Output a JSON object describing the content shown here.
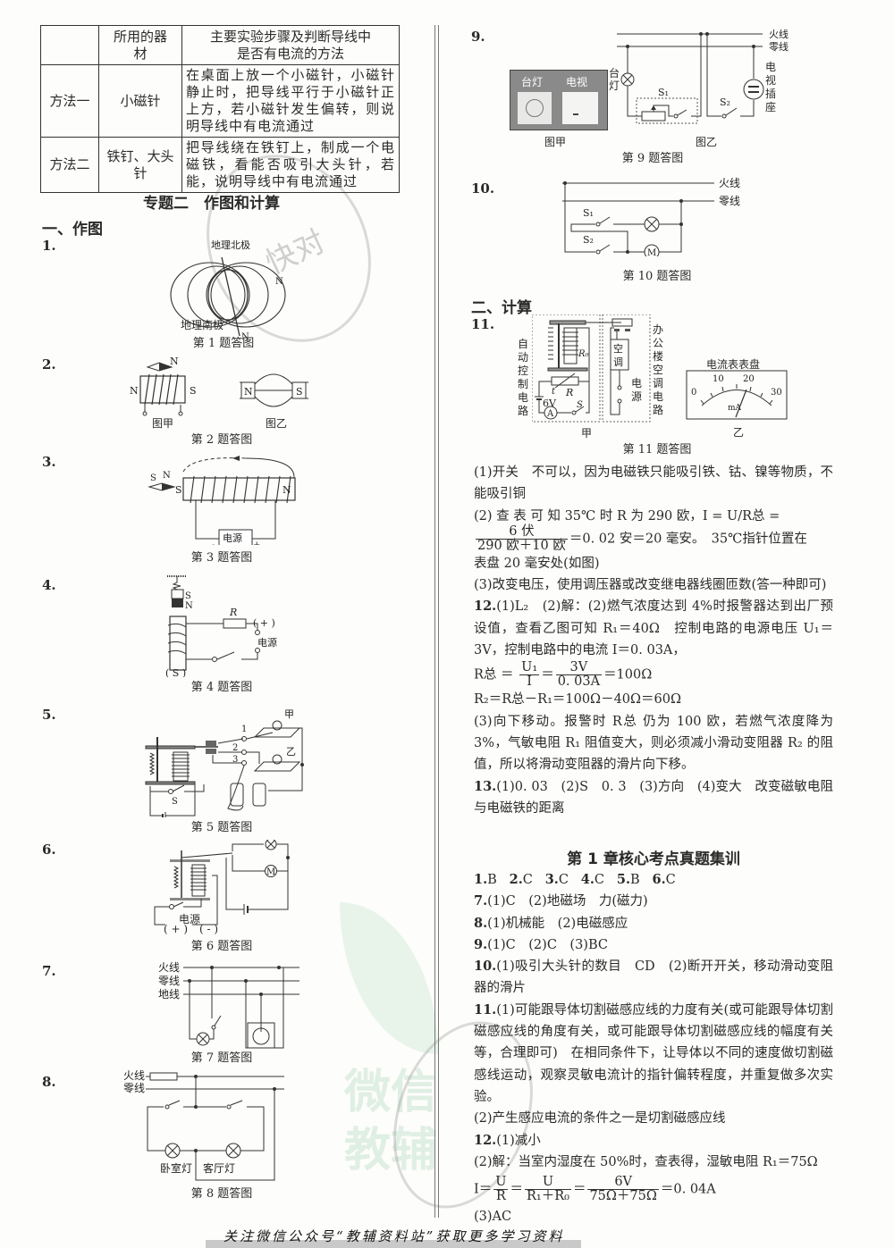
{
  "table": {
    "headers": [
      "",
      "所用的器材",
      "主要实验步骤及判断导线中是否有电流的方法"
    ],
    "rows": [
      {
        "method": "方法一",
        "equipment": "小磁针",
        "steps": "在桌面上放一个小磁针，小磁针静止时，把导线平行于小磁针正上方，若小磁针发生偏转，则说明导线中有电流通过"
      },
      {
        "method": "方法二",
        "equipment": "铁钉、大头针",
        "steps": "把导线绕在铁钉上，制成一个电磁铁，看能否吸引大头针，若能，说明导线中有电流通过"
      }
    ]
  },
  "topic_title": "专题二　作图和计算",
  "section_drawing": "一、作图",
  "section_calc": "二、计算",
  "figures": {
    "q1": {
      "num": "1.",
      "caption": "第 1 题答图",
      "labels": {
        "north": "地理北极",
        "south": "地理南极",
        "n1": "N",
        "n2": "N"
      }
    },
    "q2": {
      "num": "2.",
      "caption": "第 2 题答图",
      "sub_a": "图甲",
      "sub_b": "图乙",
      "labels": {
        "n_top": "N",
        "n_left": "N",
        "s_right": "S",
        "n_b": "N",
        "s_b": "S"
      }
    },
    "q3": {
      "num": "3.",
      "caption": "第 3 题答图",
      "labels": {
        "s": "S",
        "n": "N",
        "s2": "S",
        "n2": "N",
        "source": "电源",
        "minus": "-",
        "plus": "+"
      }
    },
    "q4": {
      "num": "4.",
      "caption": "第 4 题答图",
      "labels": {
        "s": "S",
        "n": "N",
        "r": "R",
        "plus": "( + )",
        "source": "电源",
        "s_bottom": "( S )"
      }
    },
    "q5": {
      "num": "5.",
      "caption": "第 5 题答图",
      "labels": {
        "jia": "甲",
        "yi": "乙",
        "c1": "1",
        "c2": "2",
        "c3": "3",
        "s": "S"
      }
    },
    "q6": {
      "num": "6.",
      "caption": "第 6 题答图",
      "labels": {
        "source": "电源",
        "plus": "( + )",
        "minus": "( - )",
        "m": "M"
      }
    },
    "q7": {
      "num": "7.",
      "caption": "第 7 题答图",
      "labels": {
        "live": "火线",
        "neutral": "零线",
        "ground": "地线"
      }
    },
    "q8": {
      "num": "8.",
      "caption": "第 8 题答图",
      "labels": {
        "live": "火线",
        "neutral": "零线",
        "bedroom": "卧室灯",
        "living": "客厅灯"
      }
    },
    "q9": {
      "num": "9.",
      "caption": "第 9 题答图",
      "sub_a": "图甲",
      "sub_b": "图乙",
      "labels": {
        "lamp_panel": "台灯",
        "tv_panel": "电视",
        "live": "火线",
        "neutral": "零线",
        "lamp": "台灯",
        "s1": "S₁",
        "s2": "S₂",
        "tv_socket": "电视插座"
      }
    },
    "q10": {
      "num": "10.",
      "caption": "第 10 题答图",
      "labels": {
        "live": "火线",
        "neutral": "零线",
        "s1": "S₁",
        "s2": "S₂",
        "m": "M"
      }
    },
    "q11": {
      "num": "11.",
      "caption": "第 11 题答图",
      "sub_a": "甲",
      "sub_b": "乙",
      "labels": {
        "auto_ctrl": "自动控制电路",
        "office_ac": "办公楼空调电路",
        "ac": "空调",
        "power": "电源",
        "r0": "R₀",
        "r": "R",
        "t": "t",
        "v": "6V",
        "a": "A",
        "s": "S",
        "meter_title": "电流表表盘",
        "ticks": [
          "0",
          "10",
          "20",
          "30"
        ],
        "unit": "mA"
      }
    }
  },
  "answers": {
    "q11": [
      "(1)开关　不可以，因为电磁铁只能吸引铁、钴、镍等物质，不能吸引铜",
      "(2) 查 表 可 知 35℃ 时 R 为 290 欧，I = U/R总 =",
      {
        "num": "6 伏",
        "den": "290 欧＋10 欧",
        "rest": "＝0. 02 安＝20 毫安。　35℃指针位置在"
      },
      "表盘 20 毫安处(如图)",
      "(3)改变电压，使用调压器或改变继电器线圈匝数(答一种即可)"
    ],
    "q12": {
      "num": "12.",
      "line1": "(1)L₂　(2)解：(2)燃气浓度达到 4%时报警器达到出厂预设值，查看乙图可知 R₁＝40Ω　控制电路的电源电压 U₁＝3V，控制电路中的电流 I＝0. 03A，",
      "eq1_lhs": "R总 ＝",
      "eq1_f1_num": "U₁",
      "eq1_f1_den": "I",
      "eq1_f2_num": "3V",
      "eq1_f2_den": "0. 03A",
      "eq1_rest": "＝100Ω",
      "eq2": "R₂＝R总－R₁＝100Ω－40Ω＝60Ω",
      "line3": "(3)向下移动。报警时 R总 仍为 100 欧，若燃气浓度降为 3%，气敏电阻 R₁ 阻值变大，则必须减小滑动变阻器 R₂ 的阻值，所以将滑动变阻器的滑片向下移。"
    },
    "q13": {
      "num": "13.",
      "text": "(1)0. 03　(2)S　0. 3　(3)方向　(4)变大　改变磁敏电阻与电磁铁的距离"
    }
  },
  "chapter": {
    "title": "第 1 章核心考点真题集训",
    "line1": [
      {
        "n": "1.",
        "a": "B"
      },
      {
        "n": "2.",
        "a": "C"
      },
      {
        "n": "3.",
        "a": "C"
      },
      {
        "n": "4.",
        "a": "C"
      },
      {
        "n": "5.",
        "a": "B"
      },
      {
        "n": "6.",
        "a": "C"
      }
    ],
    "q7": {
      "num": "7.",
      "text": "(1)C　(2)地磁场　力(磁力)"
    },
    "q8": {
      "num": "8.",
      "text": "(1)机械能　(2)电磁感应"
    },
    "q9": {
      "num": "9.",
      "text": "(1)C　(2)C　(3)BC"
    },
    "q10": {
      "num": "10.",
      "text": "(1)吸引大头针的数目　CD　(2)断开开关，移动滑动变阻器的滑片"
    },
    "q11": {
      "num": "11.",
      "text1": "(1)可能跟导体切割磁感应线的力度有关(或可能跟导体切割磁感应线的角度有关，或可能跟导体切割磁感应线的幅度有关等，合理即可)　在相同条件下，让导体以不同的速度做切割磁感线运动，观察灵敏电流计的指针偏转程度，并重复做多次实验。",
      "text2": "(2)产生感应电流的条件之一是切割磁感应线"
    },
    "q12": {
      "num": "12.",
      "line1": "(1)减小",
      "line2": "(2)解：当室内湿度在 50%时，查表得，湿敏电阻 R₁＝75Ω",
      "eq_lhs": "I＝",
      "f1n": "U",
      "f1d": "R",
      "f2n": "U",
      "f2d": "R₁＋R₀",
      "f3n": "6V",
      "f3d": "75Ω＋75Ω",
      "eq_rest": "＝0. 04A",
      "line3": "(3)AC"
    }
  },
  "footer_note": "关注微信公众号“教辅资料站”获取更多学习资料",
  "watermark": {
    "stamp_text": "快对",
    "wm1": "微信",
    "wm2": "教辅"
  }
}
